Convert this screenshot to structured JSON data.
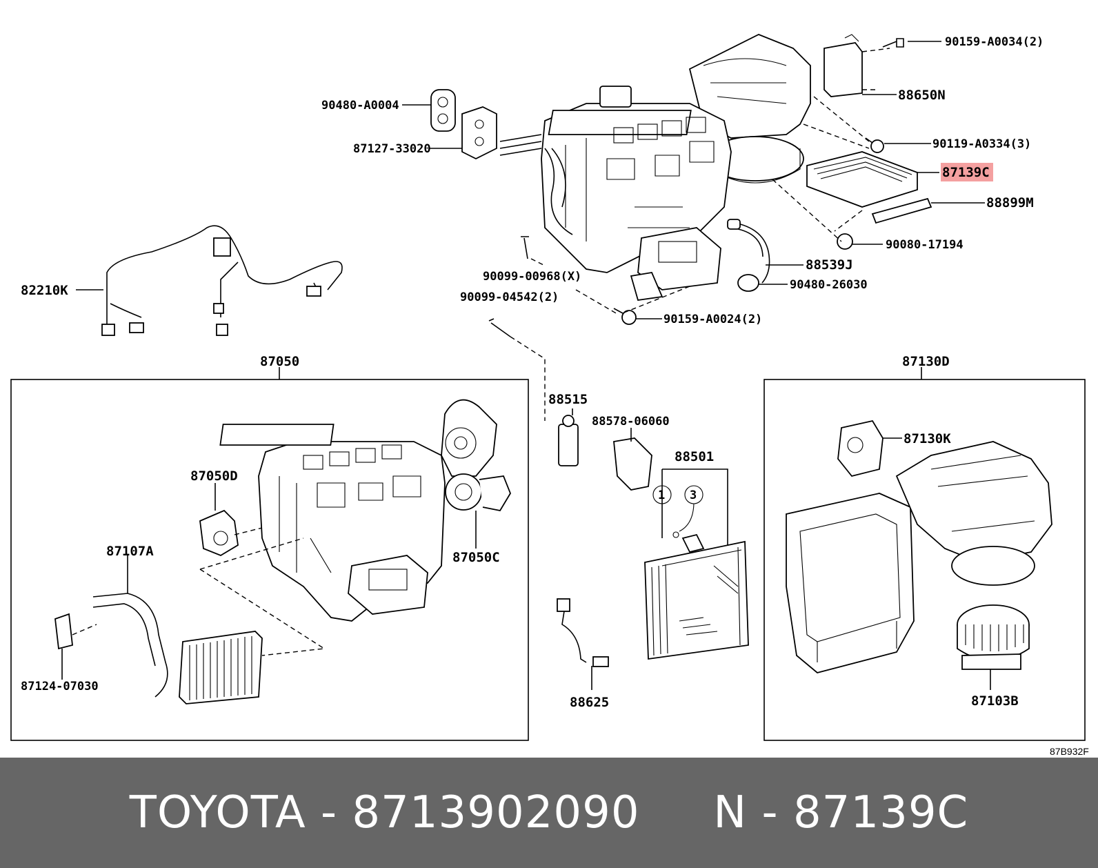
{
  "diagram": {
    "labels": {
      "l_90159_A0034": "90159-A0034(2)",
      "l_88650N": "88650N",
      "l_90119_A0334": "90119-A0334(3)",
      "l_87139C": "87139C",
      "l_88899M": "88899M",
      "l_90080_17194": "90080-17194",
      "l_88539J": "88539J",
      "l_90480_26030": "90480-26030",
      "l_90159_A0024": "90159-A0024(2)",
      "l_90099_00968": "90099-00968(X)",
      "l_90099_04542": "90099-04542(2)",
      "l_90480_A0004": "90480-A0004",
      "l_87127_33020": "87127-33020",
      "l_82210K": "82210K",
      "l_87050": "87050",
      "l_87050D": "87050D",
      "l_87050C": "87050C",
      "l_87107A": "87107A",
      "l_87124_07030": "87124-07030",
      "l_88515": "88515",
      "l_88578_06060": "88578-06060",
      "l_88501": "88501",
      "l_88625": "88625",
      "l_87130D": "87130D",
      "l_87130K": "87130K",
      "l_87103B": "87103B",
      "circle1": "1",
      "circle3": "3",
      "code": "87B932F"
    },
    "highlight_color": "#f4a0a0"
  },
  "footer": {
    "text": "TOYOTA - 8713902090     N - 87139C",
    "background": "#666666"
  }
}
